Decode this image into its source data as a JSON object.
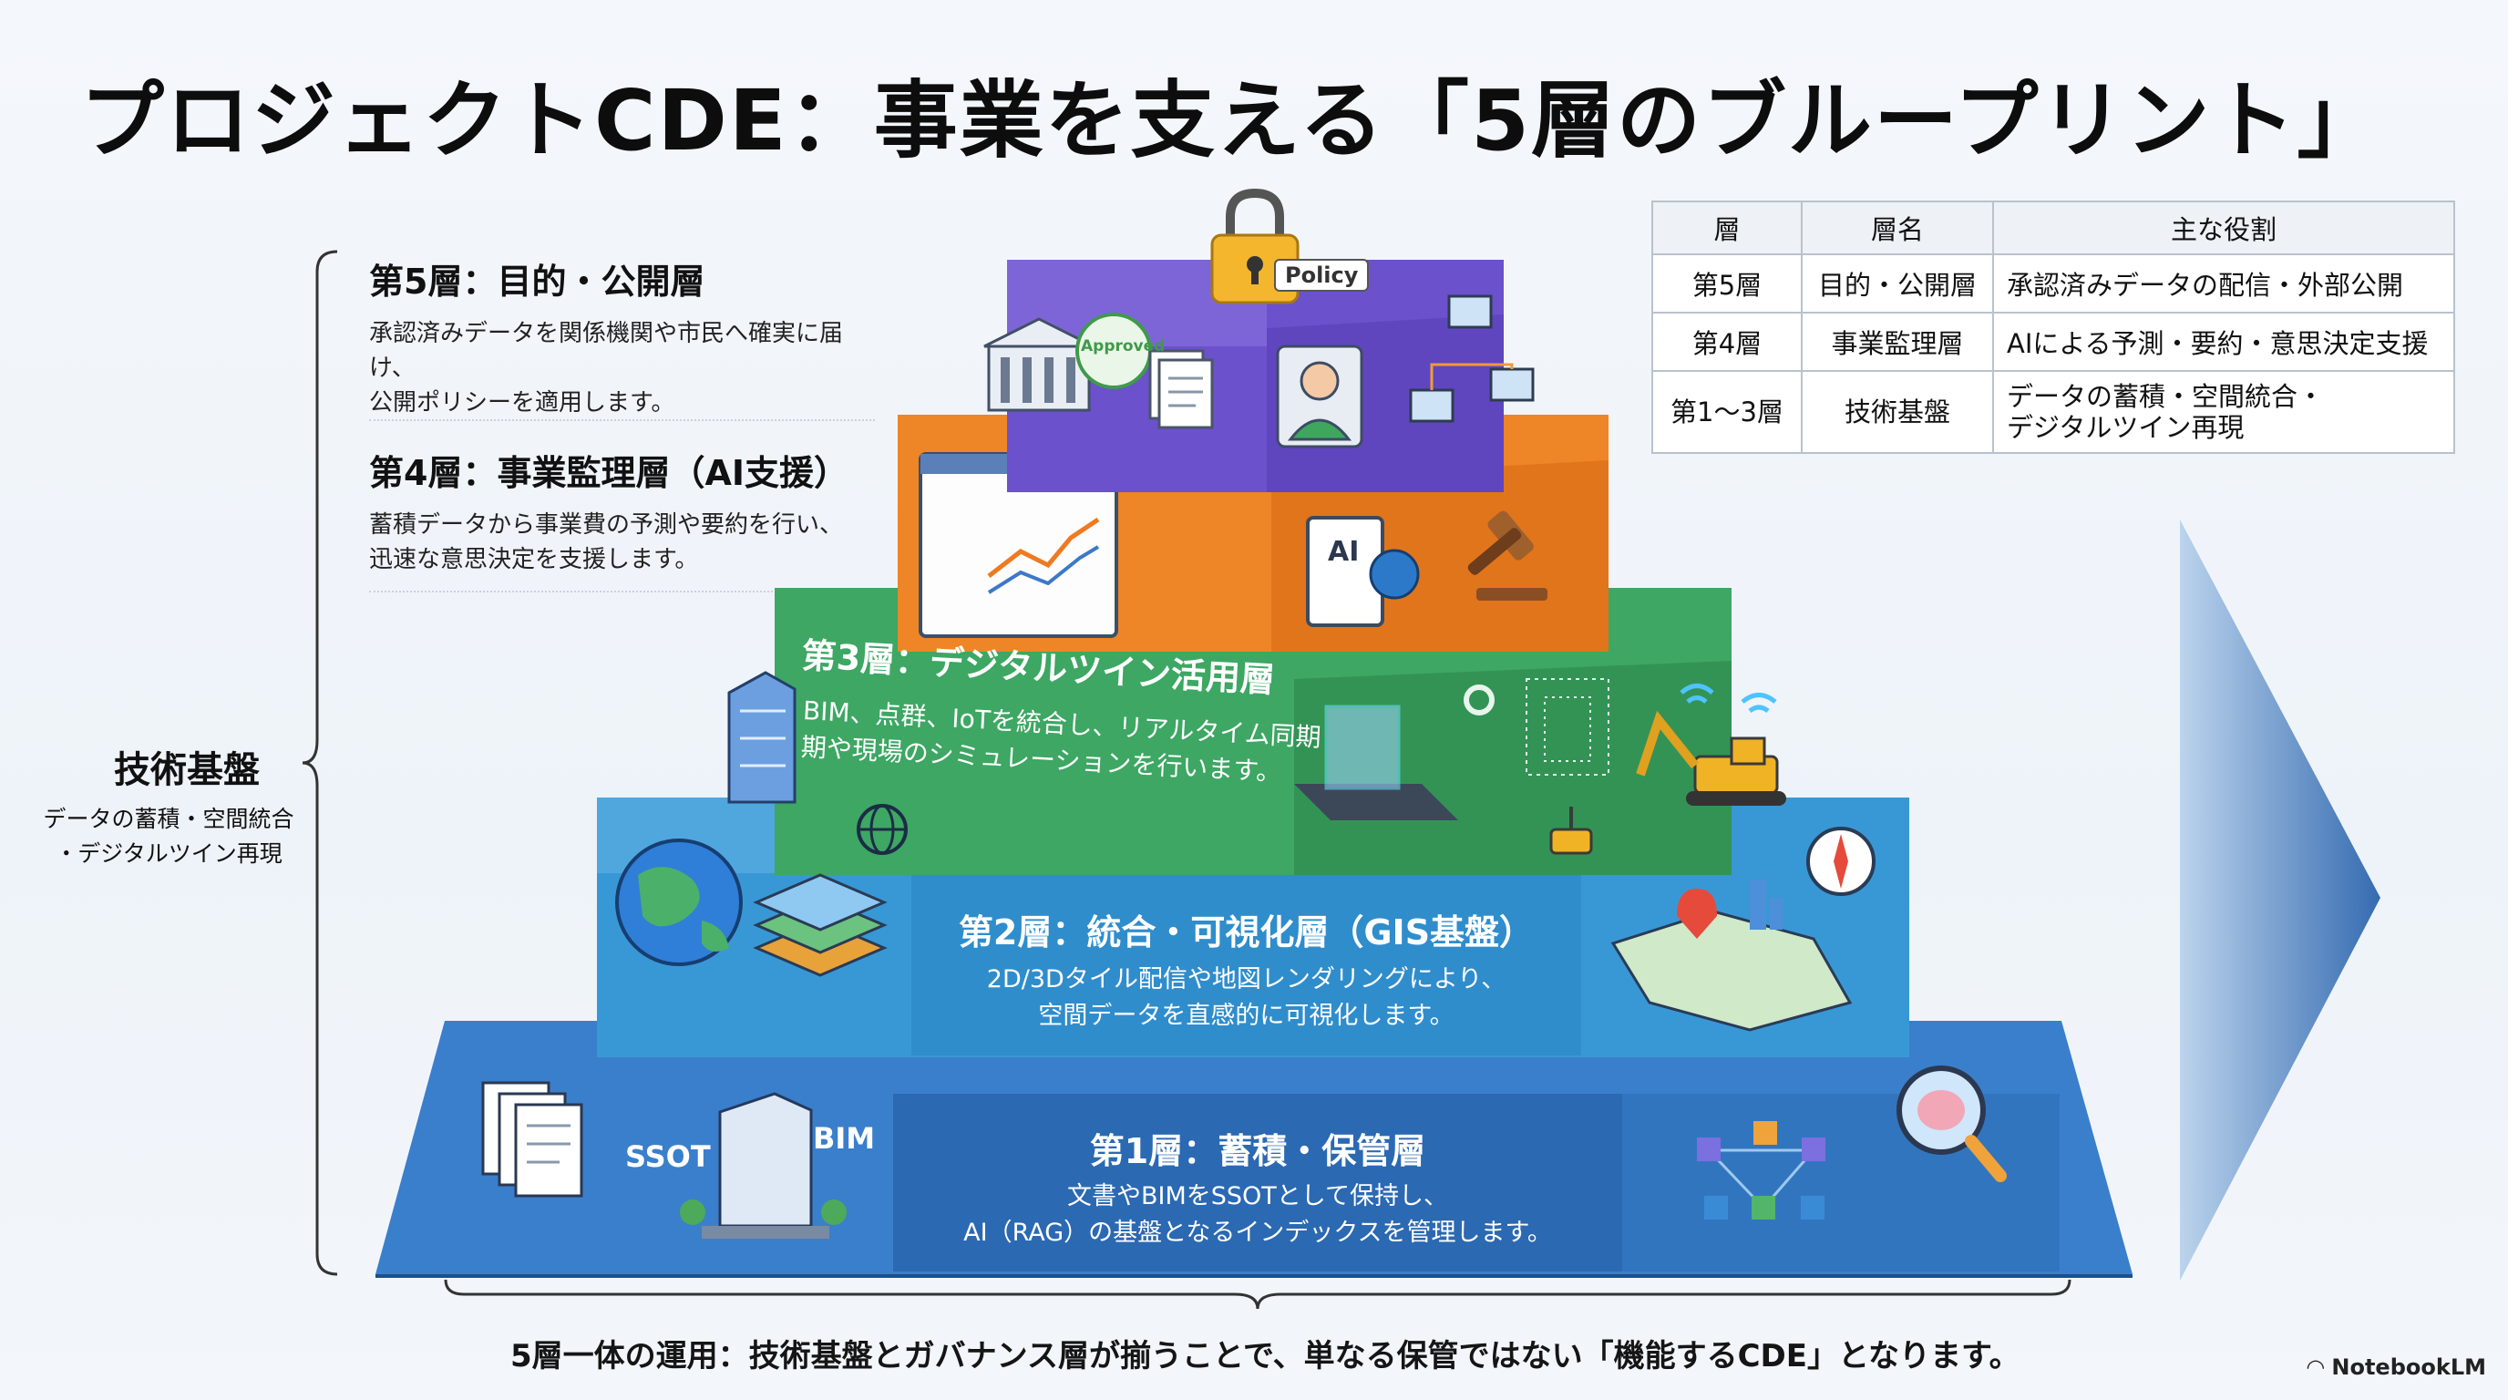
{
  "title": "プロジェクトCDE：事業を支える「5層のブループリント」",
  "left_panel": {
    "layer5": {
      "heading": "第5層：目的・公開層",
      "text": "承認済みデータを関係機関や市民へ確実に届け、\n公開ポリシーを適用します。"
    },
    "layer4": {
      "heading": "第4層：事業監理層（AI支援）",
      "text": "蓄積データから事業費の予測や要約を行い、\n迅速な意思決定を支援します。"
    },
    "tech_base": {
      "heading": "技術基盤",
      "text": "データの蓄積・空間統合\n・デジタルツイン再現"
    }
  },
  "table": {
    "headers": [
      "層",
      "層名",
      "主な役割"
    ],
    "rows": [
      [
        "第5層",
        "目的・公開層",
        "承認済みデータの配信・外部公開"
      ],
      [
        "第4層",
        "事業監理層",
        "AIによる予測・要約・意思決定支援"
      ],
      [
        "第1〜3層",
        "技術基盤",
        "データの蓄積・空間統合・\nデジタルツイン再現"
      ]
    ]
  },
  "pyramid": {
    "layer5": {
      "tag": "Policy",
      "stamp": "Approved"
    },
    "layer4": {
      "ai_tag": "AI"
    },
    "layer3": {
      "title": "第3層：デジタルツイン活用層",
      "text": "BIM、点群、IoTを統合し、リアルタイム同期\n期や現場のシミュレーションを行います。"
    },
    "layer2": {
      "title": "第2層：統合・可視化層（GIS基盤）",
      "text": "2D/3Dタイル配信や地図レンダリングにより、\n空間データを直感的に可視化します。"
    },
    "layer1": {
      "title": "第1層：蓄積・保管層",
      "text": "文書やBIMをSSOTとして保持し、\nAI（RAG）の基盤となるインデックスを管理します。",
      "ssot": "SSOT",
      "bim": "BIM"
    }
  },
  "colors": {
    "layer5": "#6a4fc9",
    "layer4": "#ea7a1f",
    "layer3": "#3a9d5d",
    "layer2": "#2f8fcf",
    "layer1": "#2766b3",
    "arrow": "#2e6fb5"
  },
  "bottom_note": "5層一体の運用：技術基盤とガバナンス層が揃うことで、単なる保管ではない「機能するCDE」となります。",
  "brand": "NotebookLM"
}
